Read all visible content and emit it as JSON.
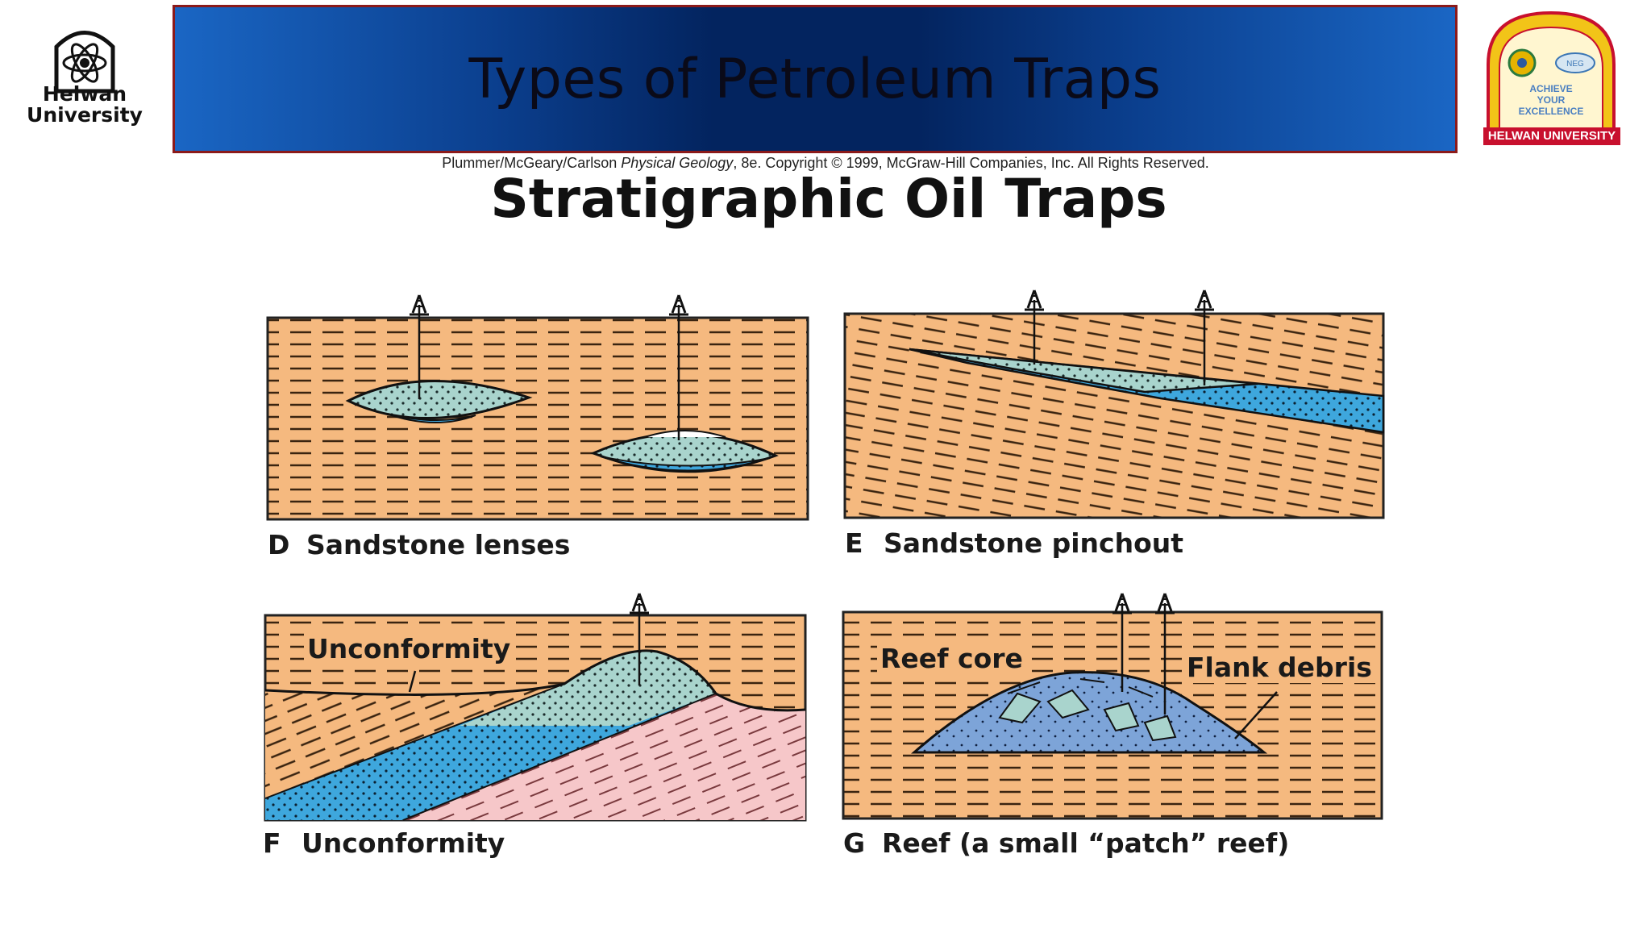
{
  "header": {
    "title": "Types of Petroleum Traps",
    "left_logo_text": [
      "Helwan",
      "University"
    ],
    "right_logo": {
      "motto": [
        "ACHIEVE",
        "YOUR",
        "EXCELLENCE"
      ],
      "badge": "NEG",
      "banner": "HELWAN UNIVERSITY"
    }
  },
  "figure": {
    "copyright_prefix": "Plummer/McGeary/Carlson ",
    "copyright_book": "Physical Geology",
    "copyright_suffix": ", 8e.  Copyright © 1999, McGraw-Hill Companies, Inc. All Rights Reserved.",
    "heading": "Stratigraphic Oil Traps",
    "panels": [
      {
        "letter": "D",
        "label": "Sandstone lenses"
      },
      {
        "letter": "E",
        "label": "Sandstone pinchout"
      },
      {
        "letter": "F",
        "label": "Unconformity"
      },
      {
        "letter": "G",
        "label": "Reef (a small “patch” reef)"
      }
    ],
    "annotations": {
      "unconformity": "Unconformity",
      "reef_core": "Reef core",
      "flank_debris": "Flank debris"
    }
  },
  "colors": {
    "shale": "#f5b97f",
    "sandstone_gas": "#a9d4cd",
    "water": "#3ea7dd",
    "basement": "#f6c7c9",
    "reef": "#7da4d8",
    "banner_edge": "#1a66c4",
    "banner_center": "#03245f"
  }
}
